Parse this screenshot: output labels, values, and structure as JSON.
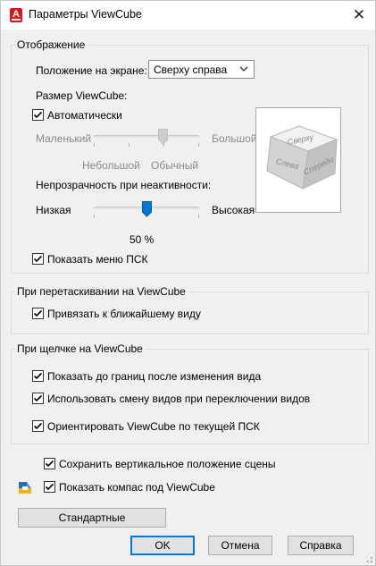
{
  "window": {
    "title": "Параметры ViewCube",
    "close_glyph": "✕",
    "app_glyph": "A"
  },
  "display": {
    "legend": "Отображение",
    "position_label": "Положение на экране:",
    "position_value": "Сверху справа",
    "size_label": "Размер ViewCube:",
    "auto_label": "Автоматически",
    "auto_checked": true,
    "size_min": "Маленький",
    "size_max": "Большой",
    "size_small": "Небольшой",
    "size_normal": "Обычный",
    "opacity_label": "Непрозрачность при неактивности:",
    "opacity_low": "Низкая",
    "opacity_high": "Высокая",
    "opacity_value": "50 %",
    "opacity_fraction": 0.5,
    "ucs_menu_label": "Показать меню ПСК",
    "ucs_menu_checked": true
  },
  "cube": {
    "top_face": "Сверху",
    "left_face": "Слева",
    "front_face": "Спереди"
  },
  "dragging": {
    "legend": "При перетаскивании на ViewCube",
    "snap_label": "Привязать к ближайшему виду",
    "snap_checked": true
  },
  "clicking": {
    "legend": "При щелчке на ViewCube",
    "zoom_extents_label": "Показать до границ после изменения вида",
    "transitions_label": "Использовать смену видов при переключении видов",
    "orient_label": "Ориентировать ViewCube по текущей ПСК"
  },
  "keep_upright_label": "Сохранить вертикальное положение сцены",
  "show_compass_label": "Показать компас под ViewCube",
  "buttons": {
    "defaults": "Стандартные",
    "ok": "OK",
    "cancel": "Отмена",
    "help": "Справка"
  },
  "colors": {
    "accent": "#0078d7",
    "brand_red": "#d51923"
  }
}
